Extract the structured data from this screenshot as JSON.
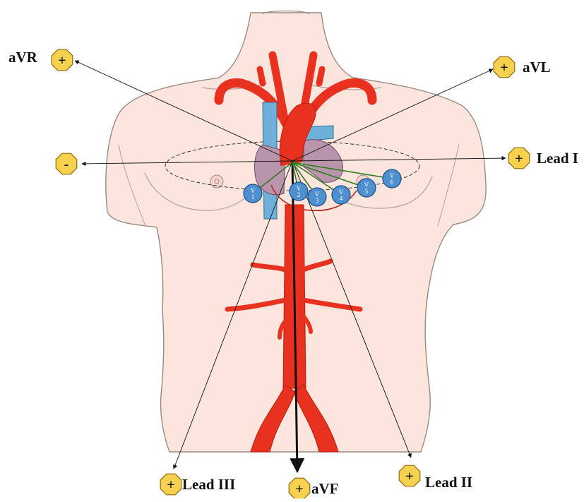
{
  "colors": {
    "skin": "#fce5dd",
    "skin_outline": "#9a8a86",
    "artery": "#e8321f",
    "artery_dark": "#b81d10",
    "vein": "#6fb0d8",
    "heart_chamber": "#b995ad",
    "electrode_fill": "#4d8fcf",
    "electrode_stroke": "#1d4f86",
    "badge_fill": "#f6d04f",
    "badge_stroke": "#8f6b0b",
    "chest_vector": "#2f7a1e",
    "axis_line": "#111111"
  },
  "leads": [
    {
      "id": "aVR",
      "label": "aVR",
      "symbol": "+"
    },
    {
      "id": "aVL",
      "label": "aVL",
      "symbol": "+"
    },
    {
      "id": "lead1neg",
      "label": "",
      "symbol": "-"
    },
    {
      "id": "lead1",
      "label": "Lead I",
      "symbol": "+"
    },
    {
      "id": "lead3",
      "label": "Lead III",
      "symbol": "+"
    },
    {
      "id": "aVF",
      "label": "aVF",
      "symbol": "+"
    },
    {
      "id": "lead2",
      "label": "Lead II",
      "symbol": "+"
    }
  ],
  "chest_electrodes": [
    {
      "id": "V1",
      "letter": "V",
      "number": "1"
    },
    {
      "id": "V2",
      "letter": "V",
      "number": "2"
    },
    {
      "id": "V3",
      "letter": "V",
      "number": "3"
    },
    {
      "id": "V4",
      "letter": "V",
      "number": "4"
    },
    {
      "id": "V5",
      "letter": "V",
      "number": "5"
    },
    {
      "id": "V6",
      "letter": "V",
      "number": "6"
    }
  ]
}
